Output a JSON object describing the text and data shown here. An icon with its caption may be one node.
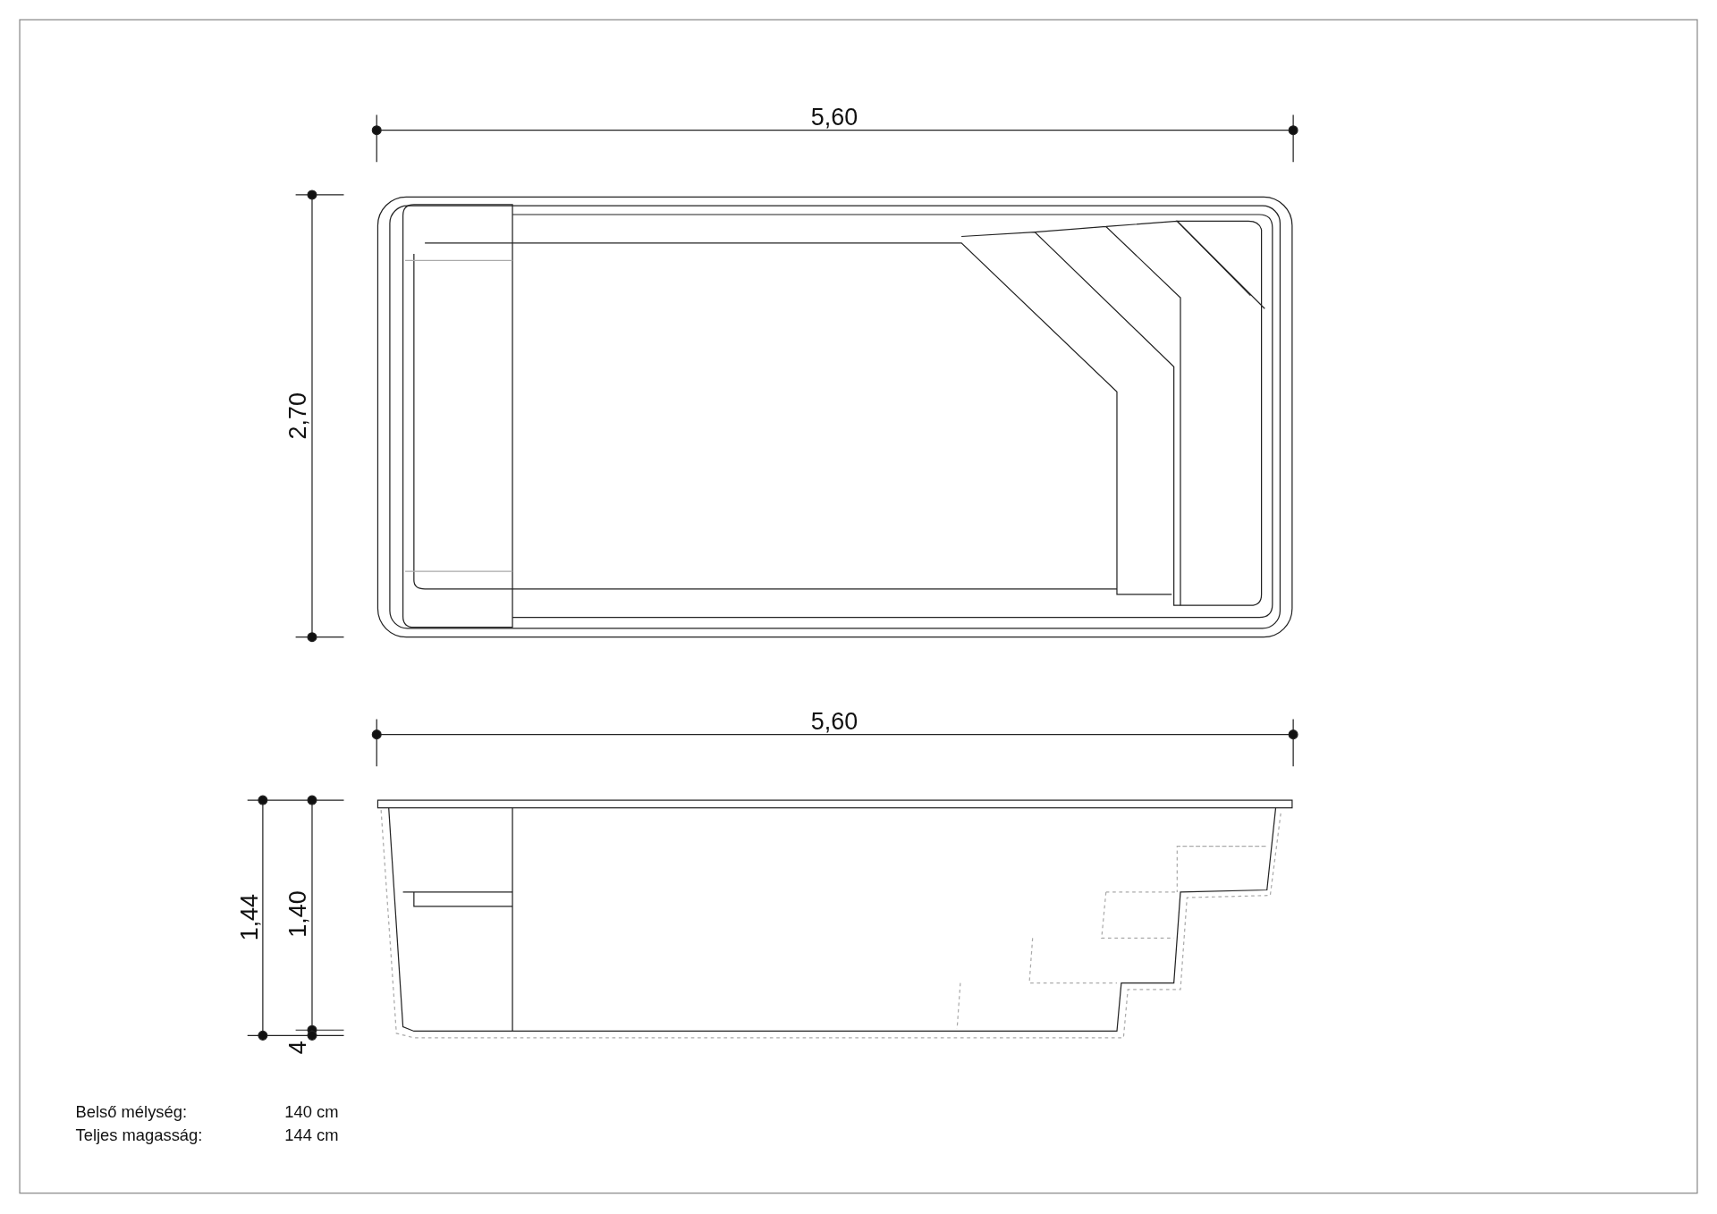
{
  "diagram": {
    "labels": [
      "5,60",
      "2,70",
      "5,60",
      "1,44",
      "1,40",
      "4",
      "Belső mélység:",
      "140 cm",
      "Teljes magasság:",
      "144 cm"
    ]
  }
}
